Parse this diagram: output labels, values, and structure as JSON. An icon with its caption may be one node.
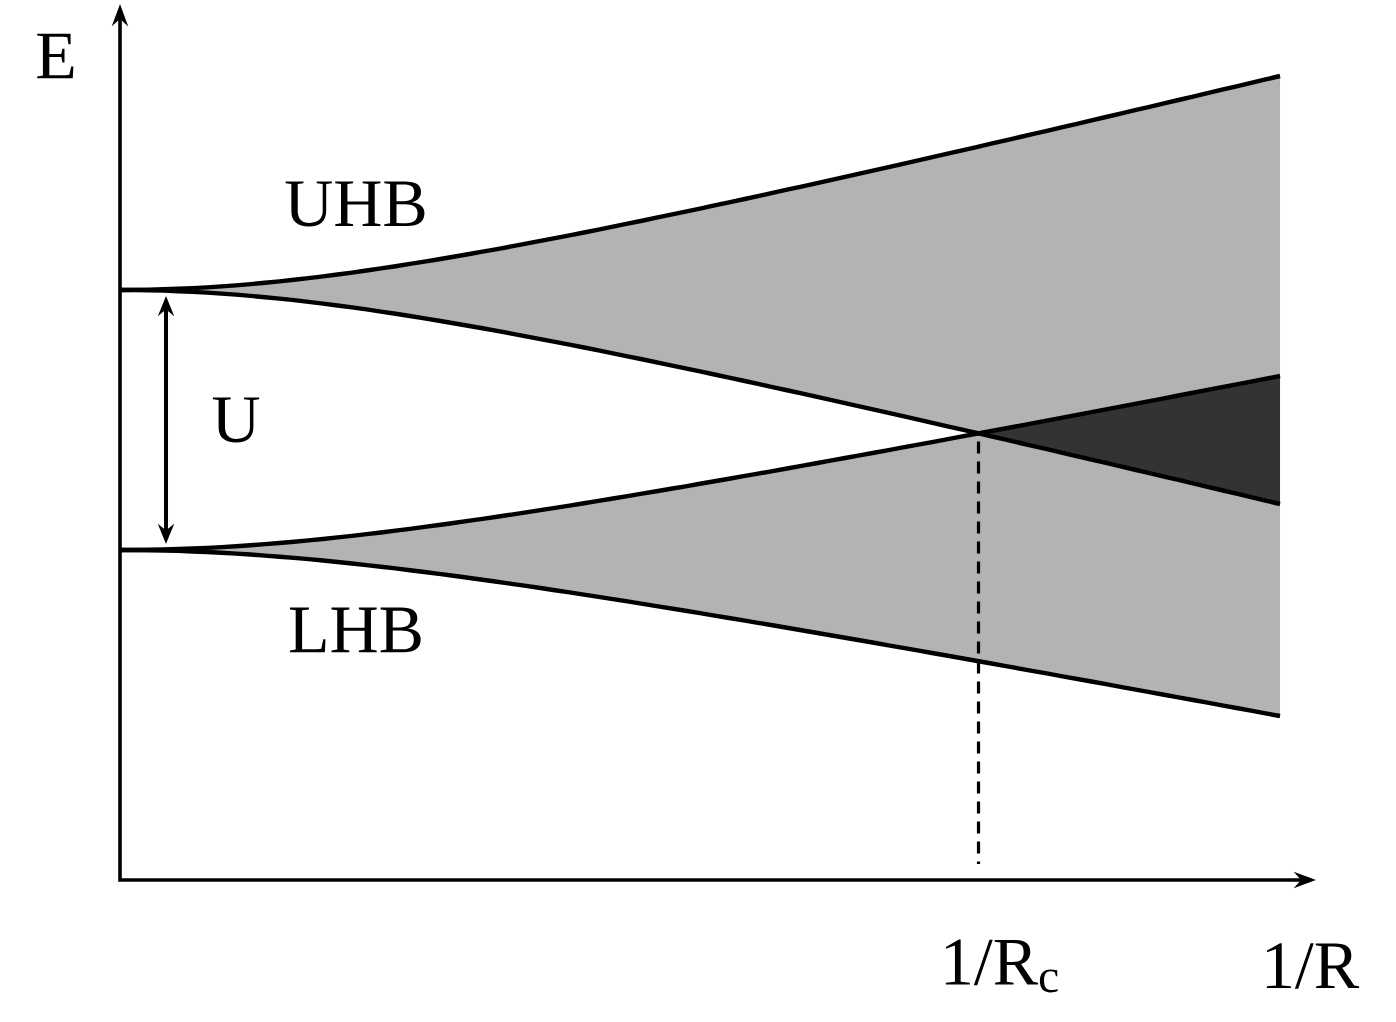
{
  "diagram": {
    "labels": [
      "E",
      "UHB",
      "U",
      "LHB",
      "1/R$_{c}$",
      "1/R"
    ]
  }
}
